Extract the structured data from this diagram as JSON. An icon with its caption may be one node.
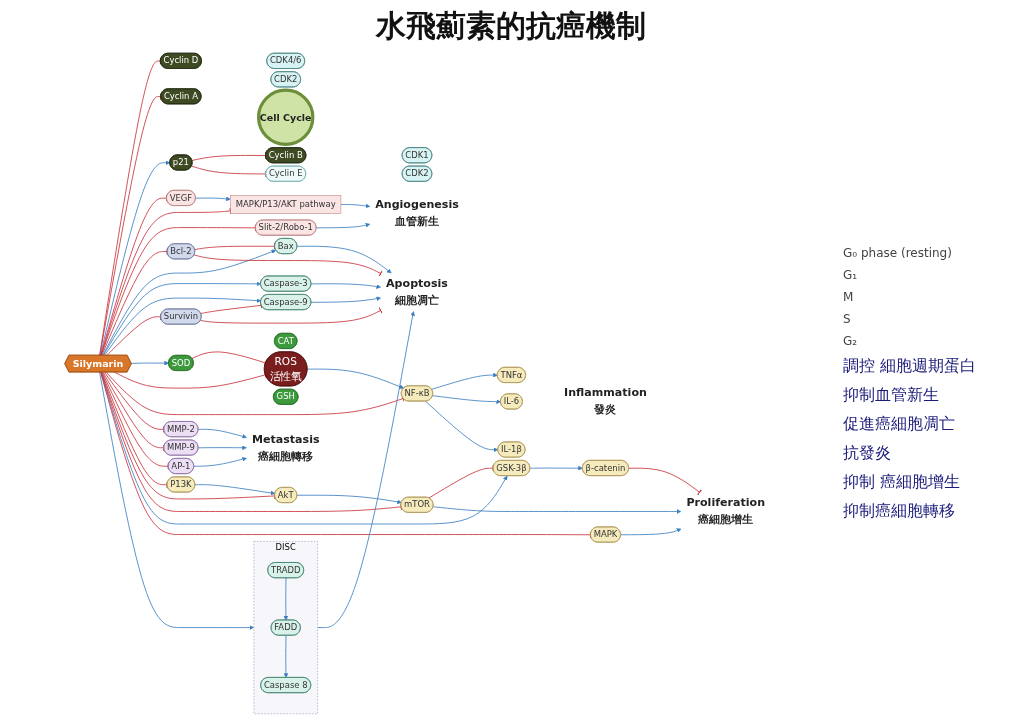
{
  "diagram": {
    "title": "水飛薊素的抗癌機制",
    "nodes": [
      {
        "text": [
          "Cell Cycle"
        ]
      },
      {
        "text": [
          "CDK4/6"
        ]
      },
      {
        "text": [
          "Cyclin D"
        ]
      },
      {
        "text": [
          "CDK1"
        ]
      },
      {
        "text": [
          "Cyclin B"
        ]
      },
      {
        "text": [
          "CDK2"
        ]
      },
      {
        "text": [
          "Cyclin A"
        ]
      },
      {
        "text": [
          "CDK2"
        ]
      },
      {
        "text": [
          "Cyclin E"
        ]
      },
      {
        "text": [
          "p21"
        ]
      },
      {
        "text": [
          "Angiogenesis"
        ],
        "beside": [
          "血管新生"
        ]
      },
      {
        "text": [
          "Slit-2/Robo-1"
        ]
      },
      {
        "text": [
          "VEGF"
        ]
      },
      {
        "text": [
          "MAPK/P13/AKT pathway"
        ]
      },
      {
        "text": [
          "Bcl-2"
        ]
      },
      {
        "text": [
          "Bax"
        ]
      },
      {
        "text": [
          "Apoptosis"
        ],
        "beside": [
          "細胞凋亡"
        ]
      },
      {
        "text": [
          "Caspase-3"
        ]
      },
      {
        "text": [
          "Caspase-9"
        ]
      },
      {
        "text": [
          "DISC"
        ]
      },
      {
        "text": [
          "Caspase 8"
        ],
        "in": 19
      },
      {
        "text": [
          "Survivin"
        ]
      },
      {
        "text": [
          "TRADD"
        ],
        "in": 19
      },
      {
        "text": [
          "FADD"
        ],
        "in": 19
      },
      {
        "text": [
          "Silymarin"
        ]
      },
      {
        "text": [
          "P13K"
        ]
      },
      {
        "text": [
          "AkT"
        ]
      },
      {
        "text": [
          "mTOR"
        ]
      },
      {
        "text": [
          "GSK-3β"
        ]
      },
      {
        "text": [
          "MMP-2"
        ]
      },
      {
        "text": [
          "MMP-9"
        ]
      },
      {
        "text": [
          "AP-1"
        ]
      },
      {
        "text": [
          "NF-κB"
        ]
      },
      {
        "text": [
          "SOD"
        ]
      },
      {
        "text": [
          "CAT"
        ]
      },
      {
        "text": [
          "ROS",
          "活性氧"
        ]
      },
      {
        "text": [
          "GSH"
        ]
      },
      {
        "text": [
          "β-catenin"
        ]
      },
      {
        "text": [
          "MAPK"
        ]
      },
      {
        "text": [
          "Metastasis"
        ],
        "beside": [
          "癌細胞轉移"
        ]
      },
      {
        "text": [
          "TNFα"
        ]
      },
      {
        "text": [
          "IL-6"
        ]
      },
      {
        "text": [
          "IL-1β"
        ]
      },
      {
        "text": [
          "Proliferation"
        ],
        "beside": [
          "癌細胞增生"
        ]
      },
      {
        "text": [
          "Inflammation"
        ],
        "beside": [
          "發炎"
        ]
      }
    ],
    "edges": [
      {
        "from": 24,
        "to": 2,
        "arrow": "other",
        "color": "#c8323c"
      },
      {
        "from": 24,
        "to": 6,
        "arrow": "other",
        "color": "#c8323c"
      },
      {
        "from": 24,
        "to": 9,
        "arrow": "to",
        "color": "#3a7fc1"
      },
      {
        "from": 9,
        "to": 4,
        "arrow": "other",
        "color": "#c8323c"
      },
      {
        "from": 9,
        "to": 8,
        "arrow": "other",
        "color": "#c8323c"
      },
      {
        "from": 24,
        "to": 12,
        "arrow": "other",
        "color": "#c8323c"
      },
      {
        "from": 24,
        "to": 13,
        "arrow": "other",
        "color": "#c8323c"
      },
      {
        "from": 24,
        "to": 11,
        "arrow": "other",
        "color": "#c8323c"
      },
      {
        "from": 12,
        "to": 13,
        "arrow": "to",
        "color": "#3a7fc1"
      },
      {
        "from": 13,
        "to": 10,
        "arrow": "to",
        "color": "#3a7fc1"
      },
      {
        "from": 11,
        "to": 10,
        "arrow": "to",
        "color": "#3a7fc1"
      },
      {
        "from": 24,
        "to": 14,
        "arrow": "other",
        "color": "#c8323c"
      },
      {
        "from": 24,
        "to": 15,
        "arrow": "to",
        "color": "#3a7fc1"
      },
      {
        "from": 24,
        "to": 17,
        "arrow": "to",
        "color": "#3a7fc1"
      },
      {
        "from": 24,
        "to": 18,
        "arrow": "to",
        "color": "#3a7fc1"
      },
      {
        "from": 24,
        "to": 21,
        "arrow": "other",
        "color": "#c8323c"
      },
      {
        "from": 24,
        "to": 19,
        "arrow": "to",
        "color": "#3a7fc1"
      },
      {
        "from": 14,
        "to": 15,
        "arrow": "other",
        "color": "#c8323c"
      },
      {
        "from": 14,
        "to": 16,
        "arrow": "other",
        "color": "#c8323c"
      },
      {
        "from": 15,
        "to": 16,
        "arrow": "to",
        "color": "#3a7fc1"
      },
      {
        "from": 17,
        "to": 16,
        "arrow": "to",
        "color": "#3a7fc1"
      },
      {
        "from": 18,
        "to": 16,
        "arrow": "to",
        "color": "#3a7fc1"
      },
      {
        "from": 21,
        "to": 18,
        "arrow": "other",
        "color": "#c8323c"
      },
      {
        "from": 21,
        "to": 16,
        "arrow": "other",
        "color": "#c8323c"
      },
      {
        "from": 19,
        "to": 16,
        "arrow": "to",
        "color": "#3a7fc1"
      },
      {
        "from": 22,
        "to": 23,
        "arrow": "to",
        "color": "#3a7fc1"
      },
      {
        "from": 23,
        "to": 20,
        "arrow": "to",
        "color": "#3a7fc1"
      },
      {
        "from": 24,
        "to": 33,
        "arrow": "to",
        "color": "#3a7fc1"
      },
      {
        "from": 24,
        "to": 35,
        "arrow": "other",
        "color": "#c8323c"
      },
      {
        "from": 33,
        "to": 35,
        "arrow": "other",
        "color": "#c8323c"
      },
      {
        "from": 35,
        "to": 32,
        "arrow": "to",
        "color": "#3a7fc1"
      },
      {
        "from": 24,
        "to": 32,
        "arrow": "other",
        "color": "#c8323c"
      },
      {
        "from": 32,
        "to": 40,
        "arrow": "to",
        "color": "#3a7fc1"
      },
      {
        "from": 32,
        "to": 41,
        "arrow": "to",
        "color": "#3a7fc1"
      },
      {
        "from": 32,
        "to": 42,
        "arrow": "to",
        "color": "#3a7fc1"
      },
      {
        "from": 24,
        "to": 29,
        "arrow": "other",
        "color": "#c8323c"
      },
      {
        "from": 24,
        "to": 30,
        "arrow": "other",
        "color": "#c8323c"
      },
      {
        "from": 24,
        "to": 31,
        "arrow": "other",
        "color": "#c8323c"
      },
      {
        "from": 29,
        "to": 39,
        "arrow": "to",
        "color": "#3a7fc1"
      },
      {
        "from": 30,
        "to": 39,
        "arrow": "to",
        "color": "#3a7fc1"
      },
      {
        "from": 31,
        "to": 39,
        "arrow": "to",
        "color": "#3a7fc1"
      },
      {
        "from": 24,
        "to": 25,
        "arrow": "other",
        "color": "#c8323c"
      },
      {
        "from": 24,
        "to": 26,
        "arrow": "other",
        "color": "#c8323c"
      },
      {
        "from": 24,
        "to": 27,
        "arrow": "other",
        "color": "#c8323c"
      },
      {
        "from": 24,
        "to": 28,
        "arrow": "to",
        "color": "#3a7fc1"
      },
      {
        "from": 24,
        "to": 38,
        "arrow": "other",
        "color": "#c8323c"
      },
      {
        "from": 25,
        "to": 26,
        "arrow": "to",
        "color": "#3a7fc1"
      },
      {
        "from": 26,
        "to": 27,
        "arrow": "to",
        "color": "#3a7fc1"
      },
      {
        "from": 27,
        "to": 28,
        "arrow": "other",
        "color": "#c8323c"
      },
      {
        "from": 28,
        "to": 37,
        "arrow": "to",
        "color": "#3a7fc1"
      },
      {
        "from": 27,
        "to": 43,
        "arrow": "to",
        "color": "#3a7fc1"
      },
      {
        "from": 37,
        "to": 43,
        "arrow": "other",
        "color": "#c8323c"
      },
      {
        "from": 38,
        "to": 43,
        "arrow": "to",
        "color": "#3a7fc1"
      }
    ],
    "labels": [
      "G₀ phase (resting)",
      "G₁",
      "M",
      "S",
      "G₂",
      "調控 細胞週期蛋白",
      "抑制血管新生",
      "促進癌細胞凋亡",
      "抗發炎",
      "抑制 癌細胞增生",
      "抑制癌細胞轉移"
    ]
  }
}
